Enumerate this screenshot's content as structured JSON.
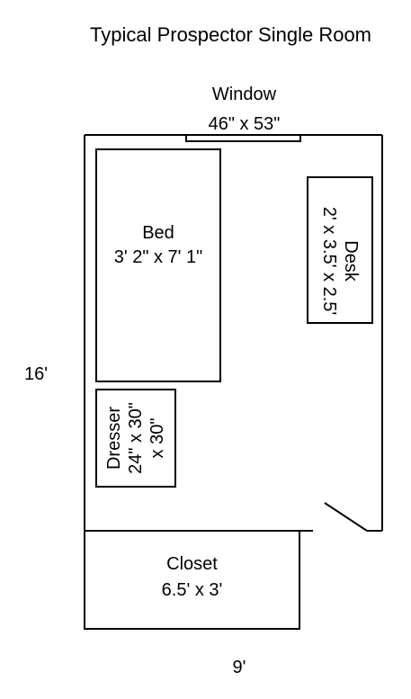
{
  "title": "Typical Prospector Single Room",
  "window": {
    "label": "Window",
    "size": "46\" x 53\""
  },
  "bed": {
    "label": "Bed",
    "size": "3' 2\" x 7' 1\""
  },
  "desk": {
    "label": "Desk",
    "size": "2' x 3.5' x 2.5'"
  },
  "dresser": {
    "label": "Dresser",
    "size_line1": "24\" x 30\"",
    "size_line2": "x 30\""
  },
  "closet": {
    "label": "Closet",
    "size": "6.5' x 3'"
  },
  "dimensions": {
    "height": "16'",
    "width": "9'"
  }
}
